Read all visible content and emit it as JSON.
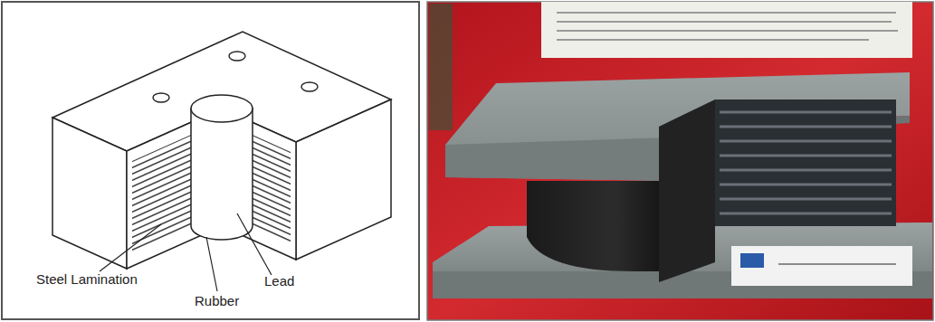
{
  "diagram": {
    "labels": [
      "Steel Lamination",
      "Rubber",
      "Lead"
    ]
  }
}
